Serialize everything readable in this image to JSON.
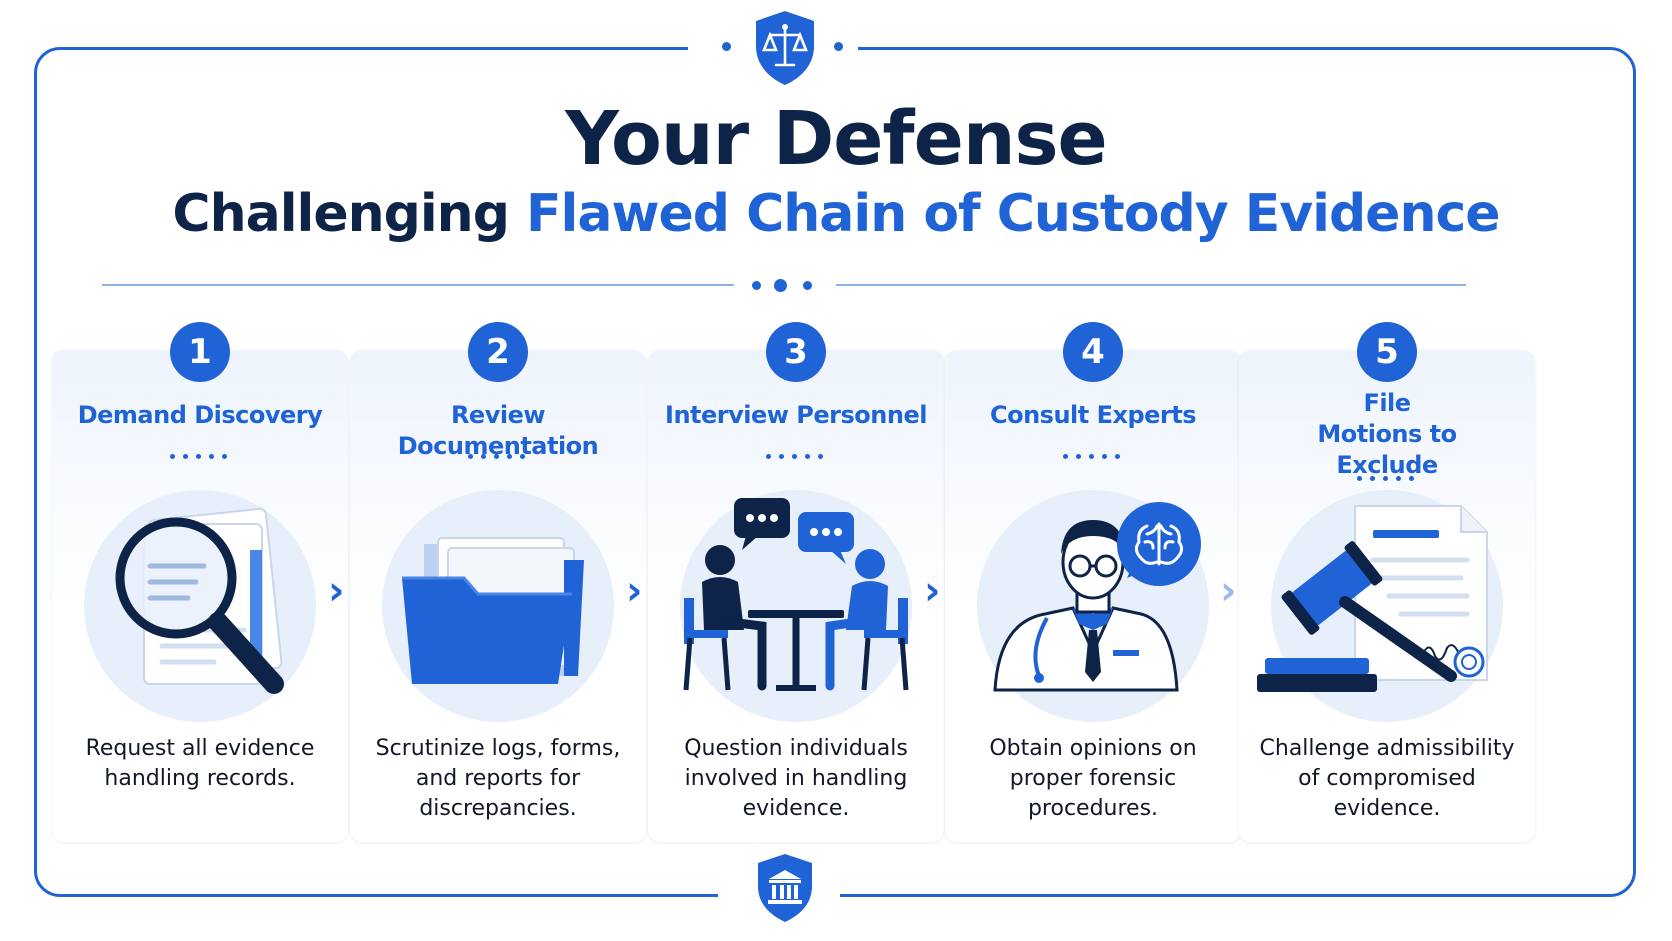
{
  "header": {
    "title": "Your Defense",
    "subtitle_prefix": "Challenging",
    "subtitle_highlight": "Flawed Chain of Custody Evidence"
  },
  "steps": [
    {
      "number": "1",
      "title": "Demand Discovery",
      "description": "Request all evidence handling records.",
      "icon": "magnifying-glass-document-icon"
    },
    {
      "number": "2",
      "title": "Review Documentation",
      "description": "Scrutinize logs, forms, and reports for discrepancies.",
      "icon": "folder-documents-icon"
    },
    {
      "number": "3",
      "title": "Interview Personnel",
      "description": "Question individuals involved in handling evidence.",
      "icon": "interview-people-icon"
    },
    {
      "number": "4",
      "title": "Consult Experts",
      "description": "Obtain opinions on proper forensic procedures.",
      "icon": "forensic-expert-icon"
    },
    {
      "number": "5",
      "title": "File Motions to Exclude",
      "description": "Challenge admissibility of compromised evidence.",
      "icon": "gavel-document-icon"
    }
  ],
  "icons": {
    "top_badge": "scales-of-justice-shield-icon",
    "bottom_badge": "courthouse-shield-icon",
    "arrow": "chevron-right-icon"
  },
  "colors": {
    "accent": "#1f63d6",
    "navy": "#0d2347",
    "text": "#111827",
    "card_tint": "#eef4fd",
    "illustration_bg": "#e7effb"
  }
}
